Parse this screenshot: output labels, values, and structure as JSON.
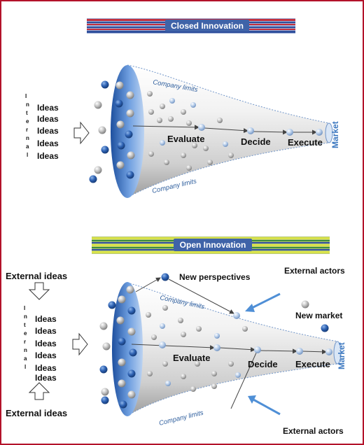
{
  "closed": {
    "banner": "Closed Innovation",
    "internal_letters": [
      "I",
      "n",
      "t",
      "e",
      "r",
      "n",
      "a",
      "l"
    ],
    "ideas": [
      "Ideas",
      "Ideas",
      "Ideas",
      "Ideas",
      "Ideas"
    ],
    "company_limits_top": "Company limits",
    "company_limits_bottom": "Company limits",
    "evaluate": "Evaluate",
    "decide": "Decide",
    "execute": "Execute",
    "market": "Market"
  },
  "open": {
    "banner": "Open Innovation",
    "external_ideas_top": "External ideas",
    "external_ideas_bottom": "External ideas",
    "internal_letters": [
      "I",
      "n",
      "t",
      "e",
      "r",
      "n",
      "a",
      "l"
    ],
    "ideas": [
      "Ideas",
      "Ideas",
      "Ideas",
      "Ideas",
      "Ideas",
      "Ideas"
    ],
    "new_perspectives": "New perspectives",
    "external_actors_top": "External actors",
    "external_actors_bottom": "External actors",
    "new_market": "New market",
    "company_limits_top": "Company limits",
    "company_limits_bottom": "Company limits",
    "evaluate": "Evaluate",
    "decide": "Decide",
    "execute": "Execute",
    "market": "Market"
  },
  "colors": {
    "frame": "#b3122a",
    "banner_closed_stripes": [
      "#c2303f",
      "#2f4f9c",
      "#8a97c8"
    ],
    "banner_open_stripes": [
      "#d8e24a",
      "#3c8e3c",
      "#2f4f9c"
    ],
    "ball_blue": "#1f4f9a",
    "ball_grey": "#a9a9a9",
    "funnel_blue": "#5c8fd6",
    "arrow_blue": "#4f8fd6"
  }
}
